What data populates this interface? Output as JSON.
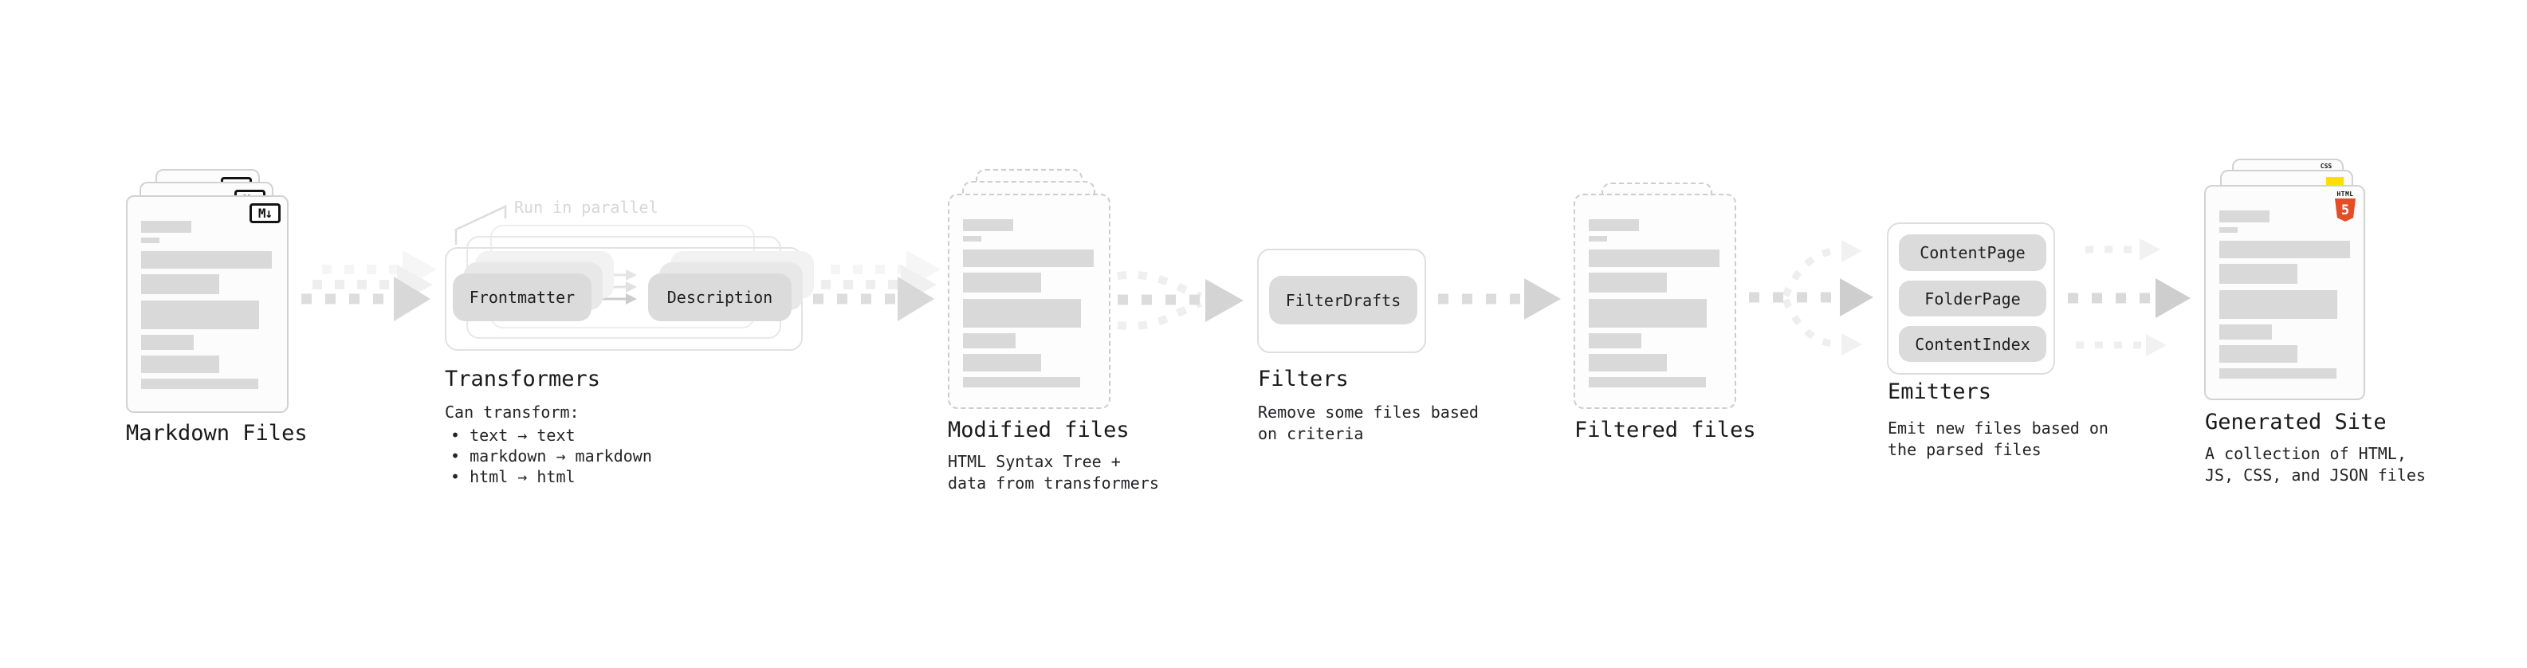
{
  "colors": {
    "background": "#ffffff",
    "doc_fill": "#fcfcfc",
    "doc_border": "#d2d2d2",
    "content_bar": "#d9d9d9",
    "pill_fill": "#dbdbdb",
    "box_border": "#e2e2e2",
    "arrow_dash": "#dcdcdc",
    "arrow_head": "#d4d4d4",
    "arrow_faint": "#f0f0f0",
    "heading_text": "#19191b",
    "body_text": "#242427",
    "muted_note_text": "#d7d7d7",
    "html5_orange": "#e44d26",
    "css_blue": "#3b72e8",
    "js_yellow": "#ffdf00"
  },
  "stages": {
    "markdown": {
      "title": "Markdown Files",
      "icon_label": "M↓"
    },
    "transformers": {
      "title": "Transformers",
      "parallel_label": "Run in parallel",
      "pill_left": "Frontmatter",
      "pill_right": "Description",
      "caption": "Can transform:",
      "bullets": [
        "• text → text",
        "• markdown → markdown",
        "• html → html"
      ]
    },
    "modified": {
      "title": "Modified files",
      "subtitle": "HTML Syntax Tree +\ndata from transformers"
    },
    "filters": {
      "title": "Filters",
      "pill": "FilterDrafts",
      "subtitle": "Remove some files based\non criteria"
    },
    "filtered": {
      "title": "Filtered files"
    },
    "emitters": {
      "title": "Emitters",
      "pills": [
        "ContentPage",
        "FolderPage",
        "ContentIndex"
      ],
      "subtitle": "Emit new files based on\nthe parsed files"
    },
    "generated": {
      "title": "Generated Site",
      "subtitle": "A collection of HTML,\nJS, CSS, and JSON files",
      "html_badge_label": "HTML",
      "html_badge_number": "5",
      "css_badge_label": "CSS"
    }
  }
}
